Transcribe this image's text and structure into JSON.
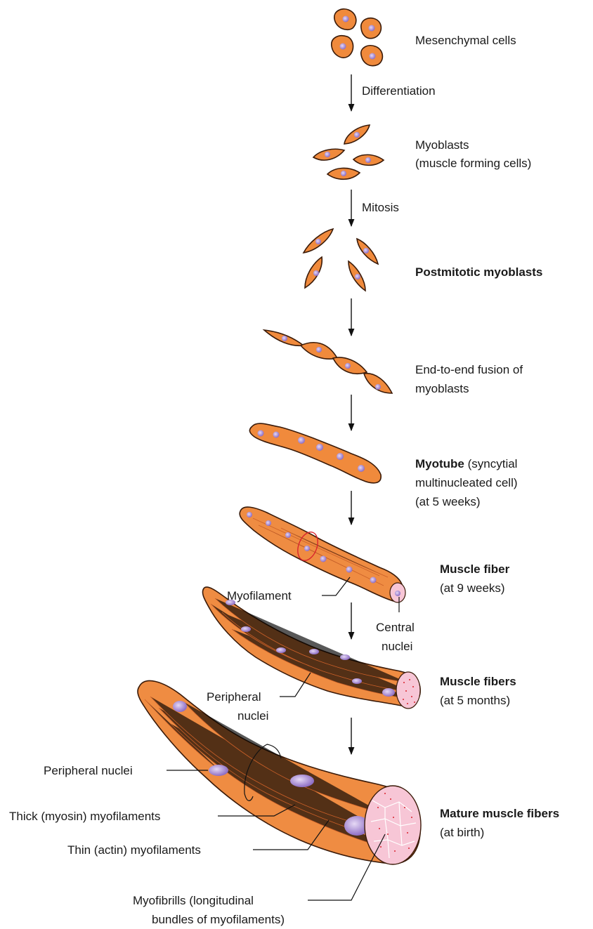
{
  "stages": {
    "mesenchymal": "Mesenchymal cells",
    "differentiation": "Differentiation",
    "myoblasts_1": "Myoblasts",
    "myoblasts_2": "(muscle forming cells)",
    "mitosis": "Mitosis",
    "postmitotic": "Postmitotic myoblasts",
    "fusion_1": "End-to-end fusion of",
    "fusion_2": "myoblasts",
    "myotube_bold": "Myotube",
    "myotube_rest": " (syncytial",
    "myotube_2": "multinucleated cell)",
    "myotube_3": "(at 5 weeks)",
    "fiber_bold": "Muscle fiber",
    "fiber_2": "(at 9 weeks)",
    "fibers_bold": "Muscle fibers",
    "fibers_2": "(at 5 months)",
    "mature_bold": "Mature muscle fibers",
    "mature_2": "(at birth)"
  },
  "callouts": {
    "myofilament": "Myofilament",
    "central_1": "Central",
    "central_2": "nuclei",
    "peripheral_1": "Peripheral",
    "peripheral_2": "nuclei",
    "peripheral_nuclei": "Peripheral nuclei",
    "thick": "Thick (myosin) myofilaments",
    "thin": "Thin (actin) myofilaments",
    "myofibrills_1": "Myofibrills (longitudinal",
    "myofibrills_2": "bundles of myofilaments)"
  },
  "colors": {
    "cell_fill": "#f08a3c",
    "nucleus": "#b59ad8",
    "outline": "#3a1a08",
    "highlight_ring": "#d9232d",
    "cross_section": "#f7c6d6"
  }
}
